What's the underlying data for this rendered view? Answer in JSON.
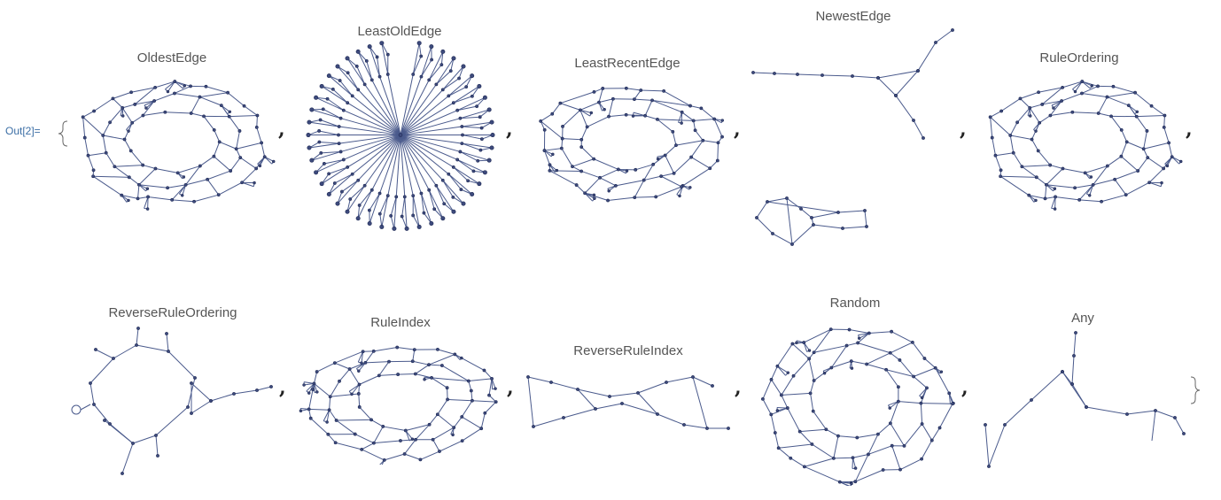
{
  "cell_label": "Out[2]=",
  "separator": ",",
  "colors": {
    "edge": "#4a5a8c",
    "vertex_fill": "#3d4a7c",
    "vertex_stroke": "#1f2a55",
    "title": "#555555",
    "label": "#3b6ea5"
  },
  "panels": [
    {
      "title": "OldestEdge",
      "kind": "mesh"
    },
    {
      "title": "LeastOldEdge",
      "kind": "wheel"
    },
    {
      "title": "LeastRecentEdge",
      "kind": "mesh"
    },
    {
      "title": "NewestEdge",
      "kind": "tripod"
    },
    {
      "title": "RuleOrdering",
      "kind": "mesh"
    },
    {
      "title": "ReverseRuleOrdering",
      "kind": "loop"
    },
    {
      "title": "RuleIndex",
      "kind": "mesh"
    },
    {
      "title": "ReverseRuleIndex",
      "kind": "band"
    },
    {
      "title": "Random",
      "kind": "mesh"
    },
    {
      "title": "Any",
      "kind": "tripod2"
    }
  ]
}
